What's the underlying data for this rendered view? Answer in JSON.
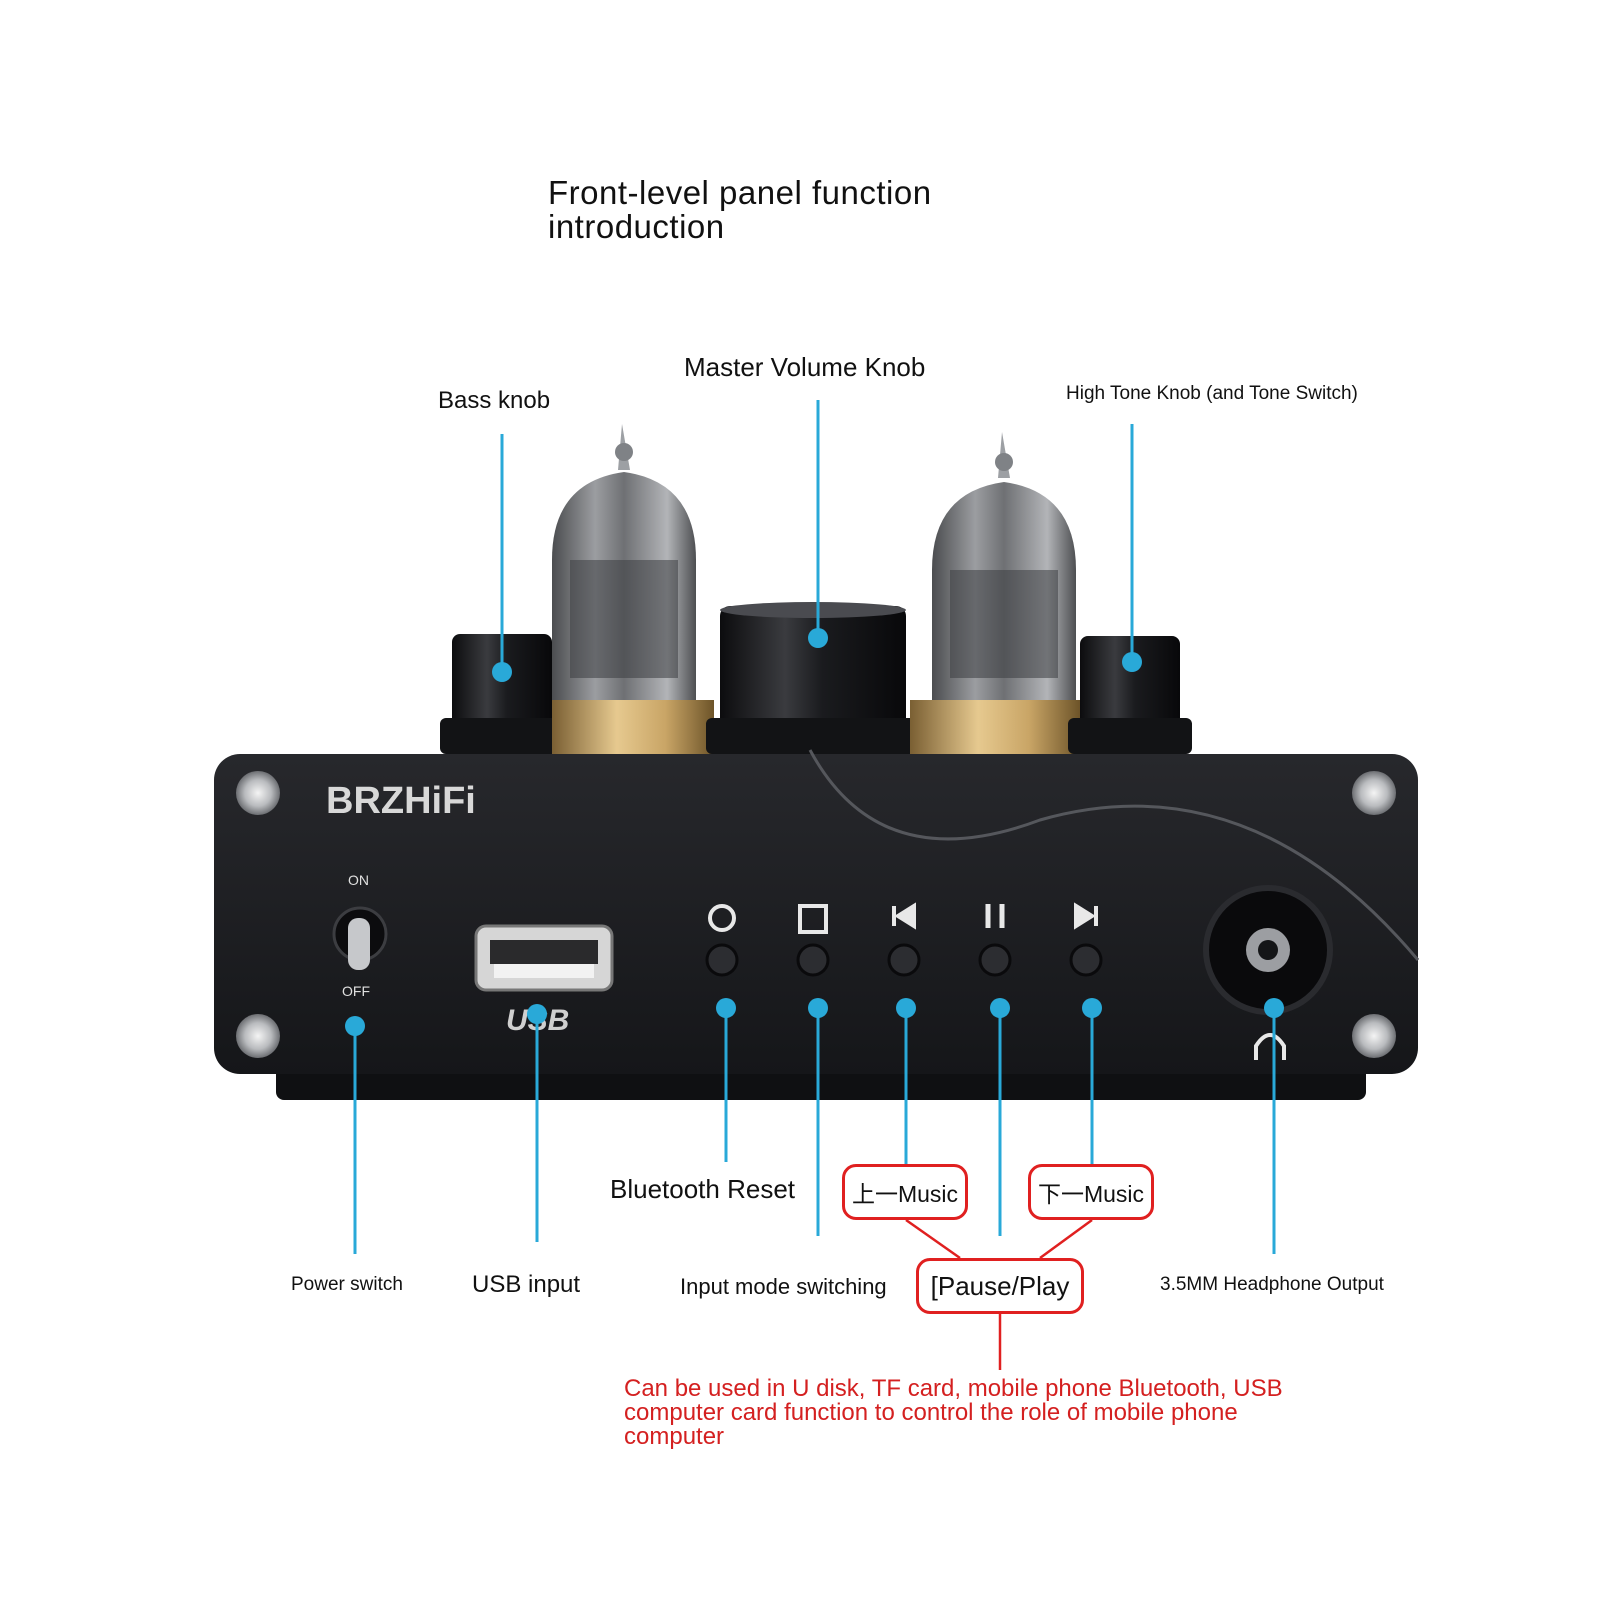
{
  "title": {
    "line1": "Front-level panel function",
    "line2": "introduction"
  },
  "device": {
    "brand": "BRZHiFi",
    "switch_on": "ON",
    "switch_off": "OFF",
    "usb_mark": "USB"
  },
  "labels": {
    "bass_knob": "Bass knob",
    "master_volume": "Master Volume Knob",
    "high_tone": "High Tone Knob (and Tone Switch)",
    "power_switch": "Power switch",
    "usb_input": "USB input",
    "bluetooth_reset": "Bluetooth Reset",
    "input_mode": "Input mode switching",
    "prev_music": "上一Music",
    "next_music": "下一Music",
    "pause_play": "[Pause/Play",
    "headphone": "3.5MM Headphone Output"
  },
  "note": "Can be used in U disk, TF card, mobile phone Bluetooth, USB computer card function to control the role of mobile phone computer",
  "colors": {
    "callout_line": "#29a9d8",
    "highlight": "#e02020",
    "note_text": "#d42020",
    "chassis": "#1c1d20"
  }
}
